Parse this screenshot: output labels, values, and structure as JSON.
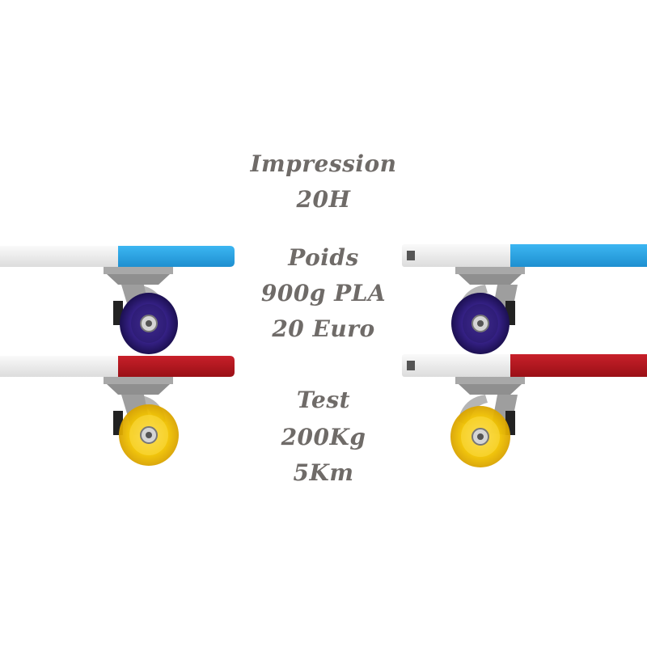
{
  "specs": {
    "impression_title": "Impression",
    "impression_value": "20H",
    "poids_title": "Poids",
    "poids_weight": "900g PLA",
    "poids_price": "20 Euro",
    "test_title": "Test",
    "test_load": "200Kg",
    "test_distance": "5Km"
  },
  "colors": {
    "text": "#6f6b68",
    "deck_white": "#ededed",
    "deck_blue": "#2aa6e8",
    "deck_red": "#b8141c",
    "truck": "#9a9a9a",
    "wheel_purple": "#2d1b6e",
    "wheel_yellow": "#f2c500"
  }
}
